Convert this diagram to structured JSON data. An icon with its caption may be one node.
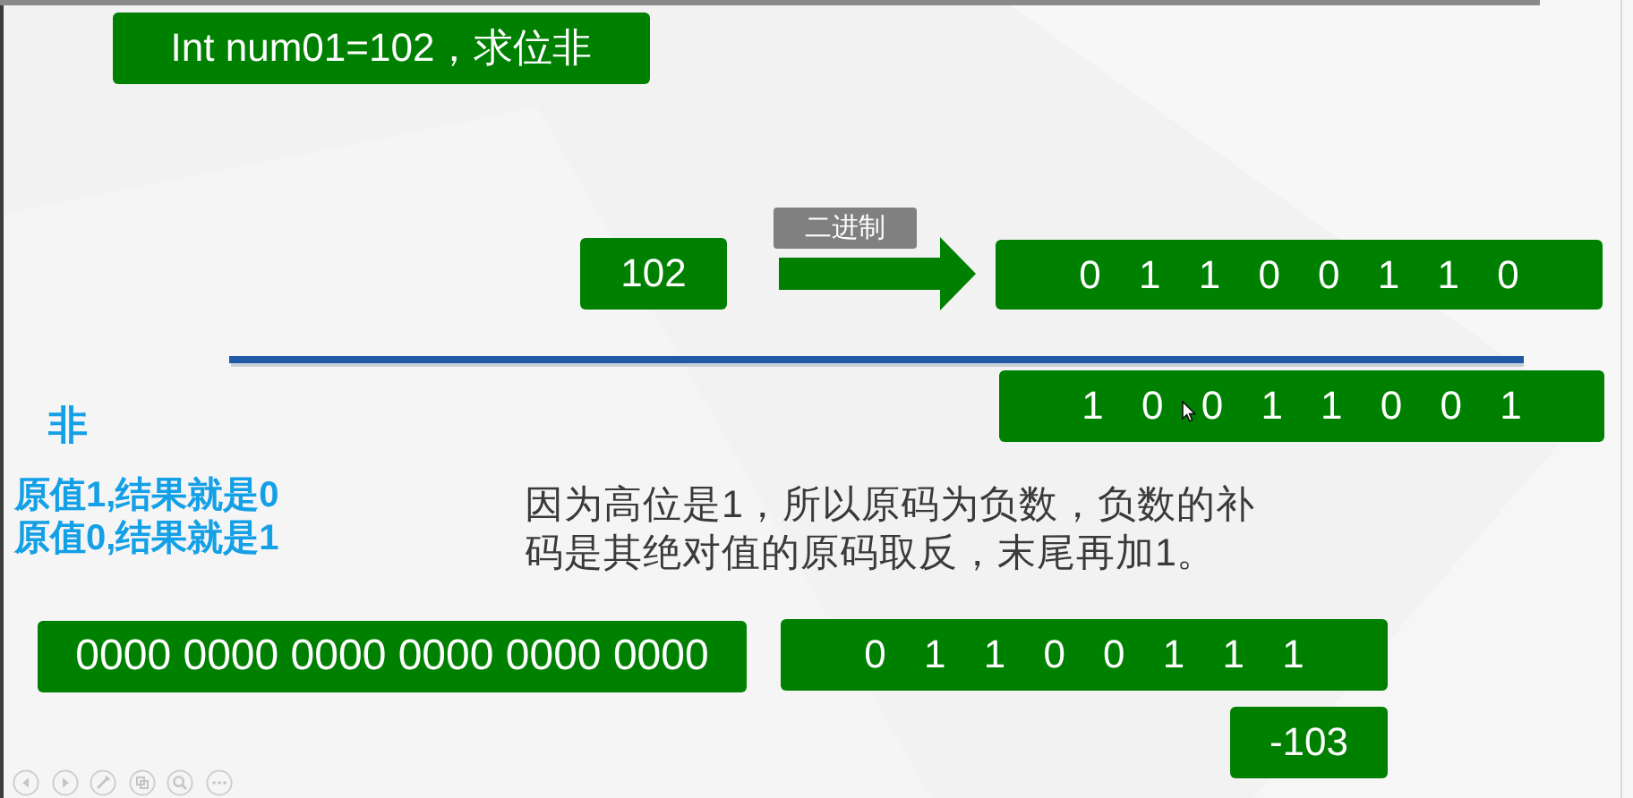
{
  "diagram": {
    "nodes": [
      {
        "text": [
          "Int num01=102，求位非"
        ]
      },
      {
        "text": [
          "102"
        ]
      },
      {
        "text": [
          "0 1 1 0 0 1 1 0"
        ]
      },
      {
        "text": [
          "1 0 0 1 1 0 0 1"
        ]
      },
      {
        "text": [
          "0000 0000 0000 0000 0000 0000"
        ]
      },
      {
        "text": [
          "0 1 1 0 0 1 1 1"
        ]
      },
      {
        "text": [
          "-103"
        ]
      }
    ],
    "edges": [
      {
        "from": 1,
        "to": 2,
        "arrow": "to",
        "label": "二进制"
      }
    ],
    "labels": [
      "非",
      "原值1,结果就是0",
      "原值0,结果就是1",
      "因为高位是1，所以原码为负数，负数的补码是其绝对值的原码取反，末尾再加1。"
    ]
  }
}
